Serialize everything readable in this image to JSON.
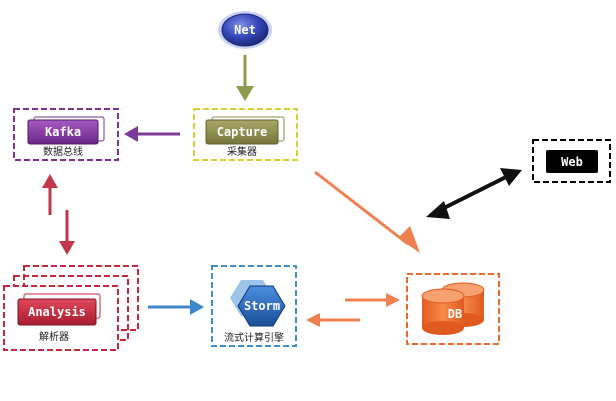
{
  "nodes": {
    "net": {
      "label": "Net"
    },
    "kafka": {
      "label": "Kafka",
      "caption": "数据总线"
    },
    "capture": {
      "label": "Capture",
      "caption": "采集器"
    },
    "web": {
      "label": "Web"
    },
    "analysis": {
      "label": "Analysis",
      "caption": "解析器"
    },
    "storm": {
      "label": "Storm",
      "caption": "流式计算引擎"
    },
    "db": {
      "label": "DB"
    }
  },
  "colors": {
    "net": "#2d3fa8",
    "kafka": "#7a3296",
    "capture": "#8c8c4a",
    "capture_border": "#d4d02e",
    "web": "#000000",
    "analysis": "#c8263a",
    "storm": "#1e5aa8",
    "storm_border": "#3d8fd0",
    "db": "#ee6a2a",
    "arrow_olive": "#8e9a4c",
    "arrow_purple": "#7e3a9a",
    "arrow_red": "#c1364a",
    "arrow_blue": "#3d86c9",
    "arrow_orange": "#f08050"
  }
}
